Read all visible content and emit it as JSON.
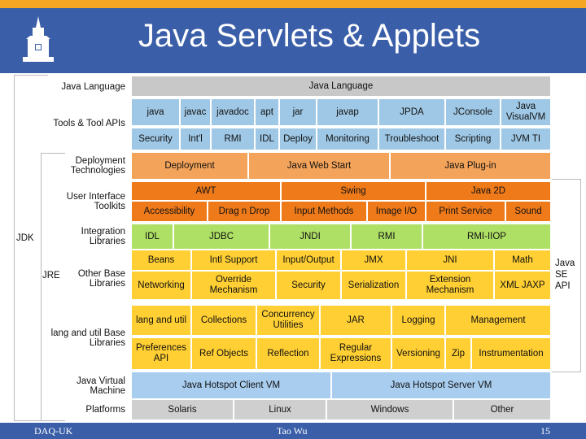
{
  "slide": {
    "title": "Java Servlets & Applets",
    "footer_left": "DAQ-UK",
    "footer_center": "Tao Wu",
    "footer_right": "15"
  },
  "colors": {
    "header": "#3a5ea8",
    "accent_bar": "#f5a623",
    "grey": "#c8c8c8",
    "sky": "#9fc8e6",
    "peach": "#f4a45a",
    "orange": "#ef7a1a",
    "green": "#aee066",
    "yellow": "#ffcf33"
  },
  "labels": {
    "jdk": "JDK",
    "jre": "JRE",
    "java_se_api": "Java SE API",
    "java_language": "Java Language",
    "tools": "Tools & Tool APIs",
    "deployment": "Deployment Technologies",
    "ui_toolkits": "User Interface Toolkits",
    "integration": "Integration Libraries",
    "other_base": "Other Base Libraries",
    "lang_util": "lang and util Base Libraries",
    "jvm": "Java Virtual Machine",
    "platforms": "Platforms"
  },
  "rows": {
    "language": [
      "Java Language"
    ],
    "tools1": [
      "java",
      "javac",
      "javadoc",
      "apt",
      "jar",
      "javap",
      "JPDA",
      "JConsole",
      "Java VisualVM"
    ],
    "tools2": [
      "Security",
      "Int'l",
      "RMI",
      "IDL",
      "Deploy",
      "Monitoring",
      "Troubleshoot",
      "Scripting",
      "JVM TI"
    ],
    "deployment": [
      "Deployment",
      "Java Web Start",
      "Java Plug-in"
    ],
    "ui1": [
      "AWT",
      "Swing",
      "Java 2D"
    ],
    "ui2": [
      "Accessibility",
      "Drag n Drop",
      "Input Methods",
      "Image I/O",
      "Print Service",
      "Sound"
    ],
    "integration": [
      "IDL",
      "JDBC",
      "JNDI",
      "RMI",
      "RMI-IIOP"
    ],
    "other1": [
      "Beans",
      "Intl Support",
      "Input/Output",
      "JMX",
      "JNI",
      "Math"
    ],
    "other2": [
      "Networking",
      "Override Mechanism",
      "Security",
      "Serialization",
      "Extension Mechanism",
      "XML JAXP"
    ],
    "lang1": [
      "lang and util",
      "Collections",
      "Concurrency Utilities",
      "JAR",
      "Logging",
      "Management"
    ],
    "lang2": [
      "Preferences API",
      "Ref Objects",
      "Reflection",
      "Regular Expressions",
      "Versioning",
      "Zip",
      "Instrumentation"
    ],
    "vm": [
      "Java Hotspot Client VM",
      "Java Hotspot Server VM"
    ],
    "platforms": [
      "Solaris",
      "Linux",
      "Windows",
      "Other"
    ]
  }
}
